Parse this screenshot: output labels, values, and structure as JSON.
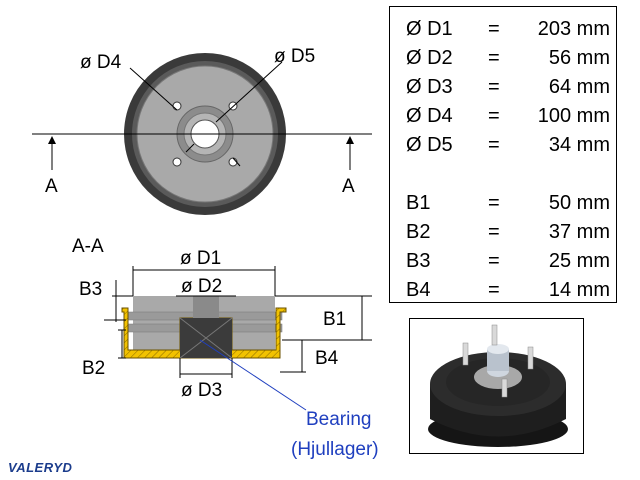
{
  "labels": {
    "d4": "ø D4",
    "d5": "ø D5",
    "section_a_left": "A",
    "section_a_right": "A",
    "section_view": "A-A",
    "d1": "ø D1",
    "d2": "ø D2",
    "d3": "ø D3",
    "b1": "B1",
    "b2": "B2",
    "b3": "B3",
    "b4": "B4",
    "bearing": "Bearing",
    "bearing_local": "(Hjullager)"
  },
  "specs": [
    {
      "name": "Ø D1",
      "eq": "=",
      "value": "203 mm"
    },
    {
      "name": "Ø D2",
      "eq": "=",
      "value": "56 mm"
    },
    {
      "name": "Ø D3",
      "eq": "=",
      "value": "64 mm"
    },
    {
      "name": "Ø D4",
      "eq": "=",
      "value": "100 mm"
    },
    {
      "name": "Ø D5",
      "eq": "=",
      "value": "34 mm"
    },
    {
      "name": "B1",
      "eq": "=",
      "value": "50 mm"
    },
    {
      "name": "B2",
      "eq": "=",
      "value": "37 mm"
    },
    {
      "name": "B3",
      "eq": "=",
      "value": "25 mm"
    },
    {
      "name": "B4",
      "eq": "=",
      "value": "14 mm"
    }
  ],
  "brand": "VALERYD",
  "colors": {
    "drum_outer": "#3a3a3a",
    "drum_face": "#a9a9a9",
    "hub_ring": "#9a9a9a",
    "section_fill": "#f2c200",
    "section_core": "#3b3b3b",
    "bearing_pointer": "#1f3fbf"
  }
}
